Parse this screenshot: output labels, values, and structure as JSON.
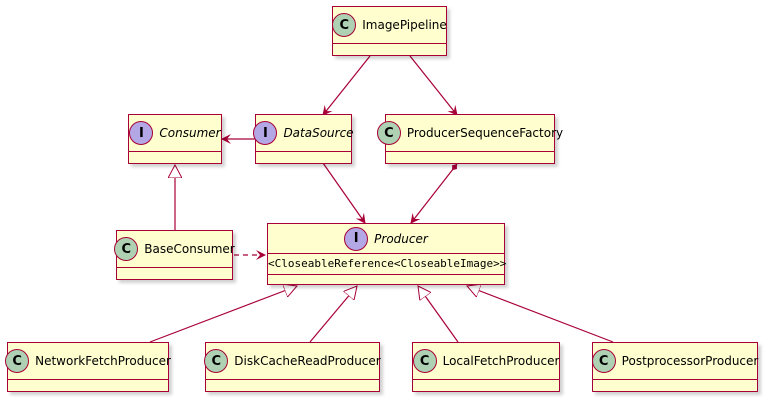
{
  "diagram": {
    "nodes": {
      "image_pipeline": {
        "label": "ImagePipeline",
        "badge": "C",
        "kind": "class"
      },
      "consumer": {
        "label": "Consumer",
        "badge": "I",
        "kind": "interface"
      },
      "data_source": {
        "label": "DataSource",
        "badge": "I",
        "kind": "interface"
      },
      "producer_sequence_factory": {
        "label": "ProducerSequenceFactory",
        "badge": "C",
        "kind": "class"
      },
      "base_consumer": {
        "label": "BaseConsumer",
        "badge": "C",
        "kind": "class"
      },
      "producer": {
        "label": "Producer",
        "badge": "I",
        "kind": "interface",
        "generic": "<CloseableReference<CloseableImage>>"
      },
      "network_fetch_producer": {
        "label": "NetworkFetchProducer",
        "badge": "C",
        "kind": "class"
      },
      "disk_cache_read_producer": {
        "label": "DiskCacheReadProducer",
        "badge": "C",
        "kind": "class"
      },
      "local_fetch_producer": {
        "label": "LocalFetchProducer",
        "badge": "C",
        "kind": "class"
      },
      "postprocessor_producer": {
        "label": "PostprocessorProducer",
        "badge": "C",
        "kind": "class"
      }
    },
    "edges": [
      {
        "from": "image_pipeline",
        "to": "data_source",
        "type": "association"
      },
      {
        "from": "image_pipeline",
        "to": "producer_sequence_factory",
        "type": "association"
      },
      {
        "from": "data_source",
        "to": "consumer",
        "type": "association"
      },
      {
        "from": "data_source",
        "to": "producer",
        "type": "association"
      },
      {
        "from": "producer_sequence_factory",
        "to": "producer",
        "type": "composition"
      },
      {
        "from": "base_consumer",
        "to": "consumer",
        "type": "realization"
      },
      {
        "from": "base_consumer",
        "to": "producer",
        "type": "dependency"
      },
      {
        "from": "network_fetch_producer",
        "to": "producer",
        "type": "realization"
      },
      {
        "from": "disk_cache_read_producer",
        "to": "producer",
        "type": "realization"
      },
      {
        "from": "local_fetch_producer",
        "to": "producer",
        "type": "realization"
      },
      {
        "from": "postprocessor_producer",
        "to": "producer",
        "type": "realization"
      }
    ],
    "colors": {
      "line": "#a80036",
      "box_fill": "#fefece",
      "class_badge": "#add1b2",
      "interface_badge": "#b4a7e5"
    }
  }
}
